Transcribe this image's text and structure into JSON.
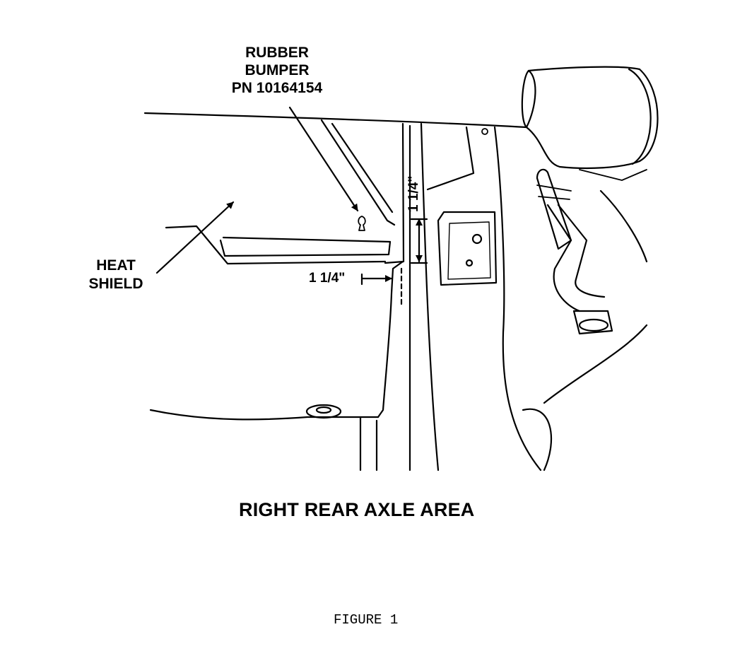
{
  "callouts": {
    "bumper_line1": "RUBBER",
    "bumper_line2": "BUMPER",
    "bumper_line3": "PN 10164154",
    "heat_line1": "HEAT",
    "heat_line2": "SHIELD"
  },
  "dimensions": {
    "horizontal": "1 1/4\"",
    "vertical": "1 1/4\""
  },
  "title": "RIGHT REAR AXLE AREA",
  "figure_label": "FIGURE 1"
}
